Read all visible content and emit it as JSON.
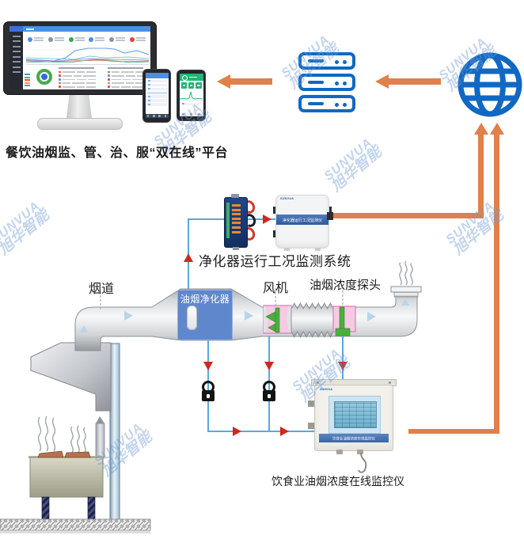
{
  "watermark": {
    "brand": "SUNVUA",
    "name": "旭华智能"
  },
  "platform": {
    "caption": "餐饮油烟监、管、治、服“双在线”平台"
  },
  "purifier_monitoring": {
    "system_label": "净化器运行工况监测系统",
    "device_name": "净化器运行工况监测仪",
    "device_brand": "SUNVUA"
  },
  "duct": {
    "flue_label": "烟道",
    "purifier_label": "油烟净化器",
    "fan_label": "风机",
    "probe_label": "油烟浓度探头"
  },
  "fume_monitor": {
    "caption": "饮食业油烟浓度在线监控仪",
    "device_name": "饮食业油烟浓度在线监控仪",
    "device_brand": "SUNVUA"
  },
  "colors": {
    "accent_orange": "#E0804A",
    "icon_blue": "#1068C2",
    "wire_blue": "#5BA8DC",
    "arrow_red": "#D0281E",
    "purifier_blue": "#5F88CC",
    "pink_section": "#F5CAE2",
    "green_part": "#4CAE3F",
    "watermark_blue": "#6E98D4"
  }
}
